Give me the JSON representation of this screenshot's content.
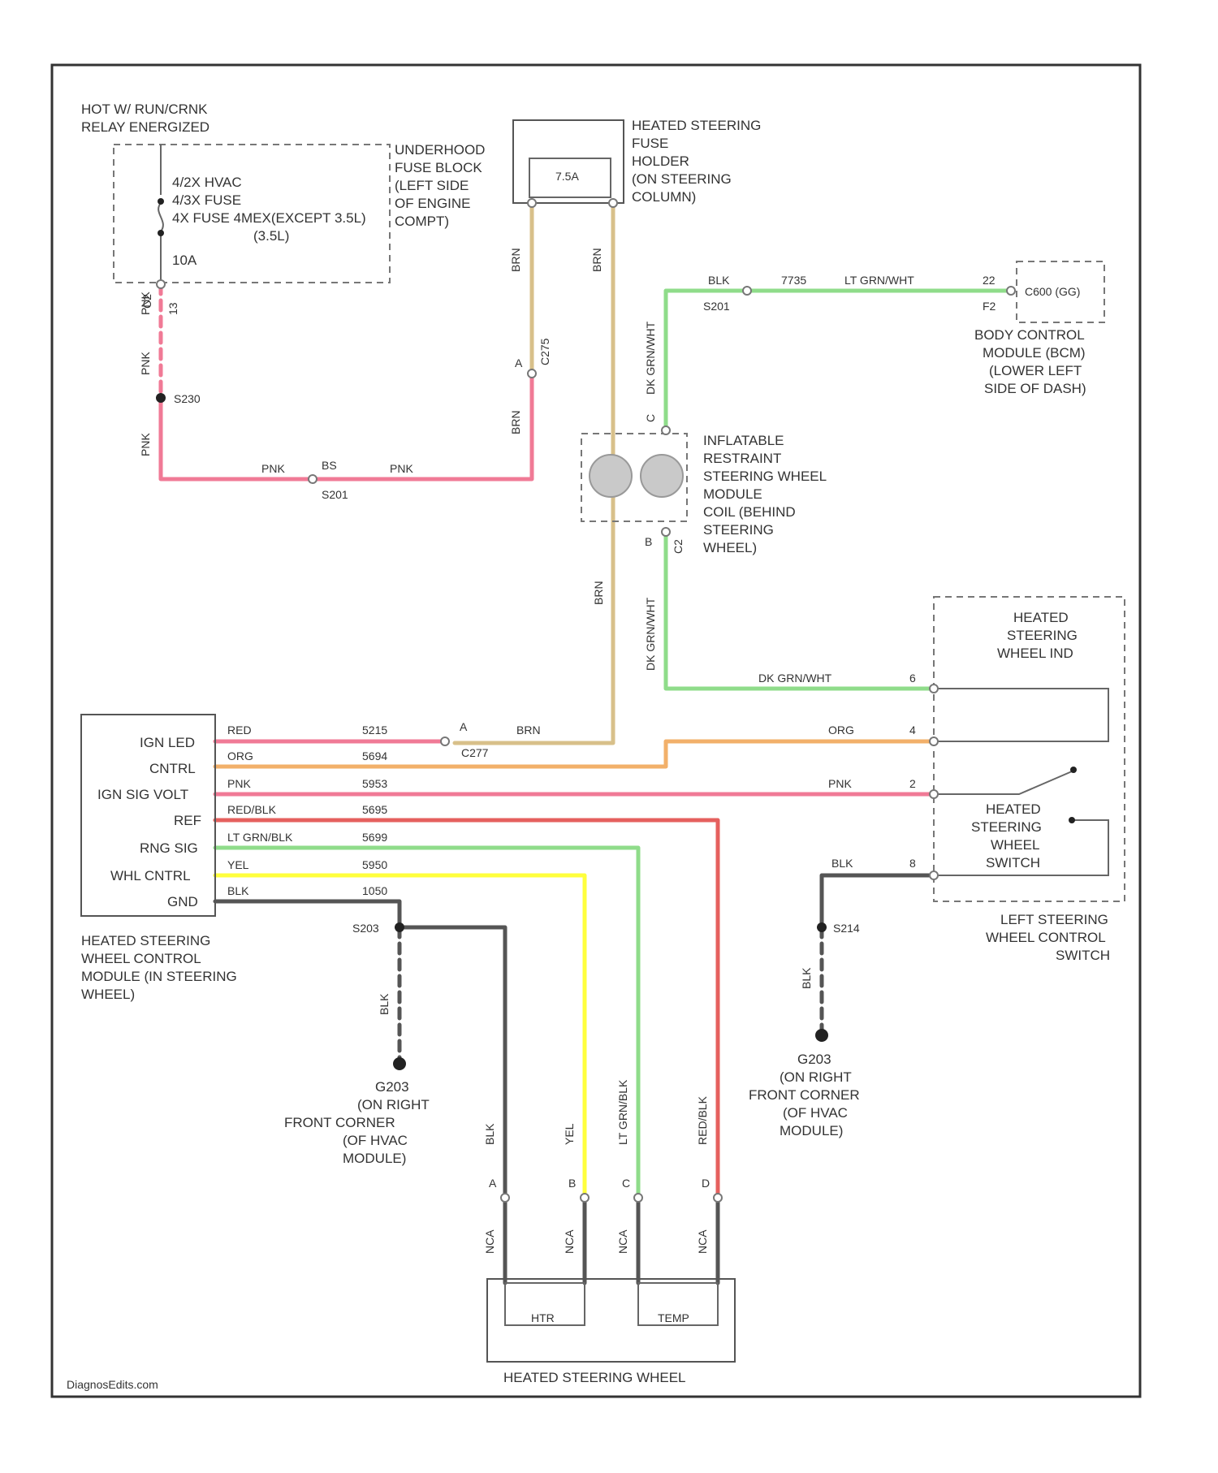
{
  "colors": {
    "pink": "#f07a96",
    "tan": "#d8c08a",
    "green": "#8fdc8a",
    "orange": "#f2b06a",
    "red": "#e5605e",
    "yellow": "#ffff3c",
    "gray": "#555555"
  },
  "hot_label": [
    "HOT W/ RUN/CRNK",
    "RELAY ENERGIZED"
  ],
  "fuse_box_items": [
    "4/2X HVAC",
    "4/3X FUSE",
    "4X FUSE 4MEX(EXCEPT 3.5L)",
    "(3.5L)",
    "10A"
  ],
  "underhood_label": [
    "UNDERHOOD",
    "FUSE BLOCK",
    "(LEFT SIDE",
    "OF ENGINE",
    "COMPT)"
  ],
  "fuse_holder_label": [
    "HEATED STEERING",
    "FUSE",
    "HOLDER",
    "(ON STEERING",
    "COLUMN)"
  ],
  "fuse_holder_amp": "7.5A",
  "bcm_label": [
    "BODY CONTROL",
    "MODULE (BCM)",
    "(LOWER LEFT",
    "SIDE OF DASH)"
  ],
  "bcm_connector": "C600 (GG)",
  "restraint_label": [
    "INFLATABLE",
    "RESTRAINT",
    "STEERING WHEEL",
    "MODULE",
    "COIL (BEHIND",
    "STEERING",
    "WHEEL)"
  ],
  "ind_label": [
    "HEATED",
    "STEERING",
    "WHEEL IND"
  ],
  "switch_label": [
    "HEATED",
    "STEERING",
    "WHEEL",
    "SWITCH"
  ],
  "left_switch_label": [
    "LEFT STEERING",
    "WHEEL CONTROL",
    "SWITCH"
  ],
  "module_pins": [
    "IGN LED",
    "CNTRL",
    "IGN SIG VOLT",
    "REF",
    "RNG SIG",
    "WHL CNTRL",
    "GND"
  ],
  "module_label": [
    "HEATED STEERING",
    "WHEEL CONTROL",
    "MODULE (IN STEERING",
    "WHEEL)"
  ],
  "module_wire_colors": [
    "RED",
    "ORG",
    "PNK",
    "RED/BLK",
    "LT GRN/BLK",
    "YEL",
    "BLK"
  ],
  "module_circuits": [
    "5215",
    "5694",
    "5953",
    "5695",
    "5699",
    "5950",
    "1050"
  ],
  "ground_left": [
    "G203",
    "(ON RIGHT",
    "FRONT CORNER",
    "(OF HVAC",
    "MODULE)"
  ],
  "ground_right": [
    "G203",
    "(ON RIGHT",
    "FRONT CORNER",
    "(OF HVAC",
    "MODULE)"
  ],
  "heated_wheel_label": "HEATED STEERING WHEEL",
  "watermark": "DiagnosEdits.com",
  "wire_labels": {
    "tan_top_left": "BRN",
    "tan_top_right": "BRN",
    "tan_mid": "C275",
    "tan_lower": "BRN",
    "tan_bottom": "BRN",
    "pink_top": "PNK",
    "pink_mid": "PNK",
    "pink_low": "PNK",
    "pink_horiz_left": "PNK",
    "pink_horiz_right": "PNK",
    "pink_splice_top": "BS",
    "pink_splice_bottom": "S201",
    "pink_conn_a": "A",
    "pink_conn_b": "C2",
    "pink_fuse_pin": "13",
    "splice_s230": "S230",
    "green_top_left": "BLK",
    "green_top_circuit": "7735",
    "green_top_color": "LT GRN/WHT",
    "green_top_pin": "22",
    "green_top_conn": "S201",
    "green_bcm_pin": "F2",
    "green_vert_upper": "DK GRN/WHT",
    "green_vert_lower": "DK GRN/WHT",
    "green_horiz": "DK GRN/WHT",
    "green_restr_pin_top": "C",
    "green_restr_pin_b": "B",
    "green_restr_pin_c2": "C2",
    "green_ind_pin": "6",
    "orange_color": "ORG",
    "orange_pin": "4",
    "pink_sw_color": "PNK",
    "pink_sw_pin": "2",
    "blk_sw_color": "BLK",
    "blk_sw_pin": "8",
    "fuse_top_pin": "C277",
    "fuse_top_pin_a": "A",
    "brn_mod": "BRN",
    "g_splice_left": "S203",
    "g_splice_right": "S214",
    "g_left_color": "BLK",
    "g_right_color": "BLK",
    "bottom_colors": [
      "BLK",
      "YEL",
      "LT GRN/BLK",
      "RED/BLK"
    ],
    "bottom_pins": [
      "A",
      "B",
      "C",
      "D"
    ],
    "bottom_conns": [
      "NCA",
      "NCA",
      "NCA",
      "NCA"
    ],
    "element_left": "HTR",
    "element_right": "TEMP"
  }
}
